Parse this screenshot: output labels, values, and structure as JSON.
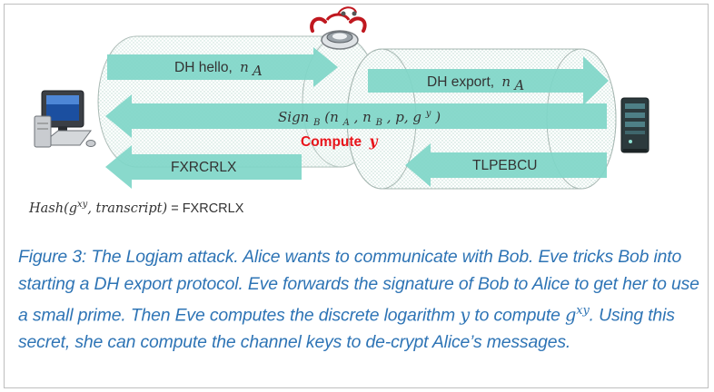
{
  "diagram": {
    "arrows": {
      "dh_hello": "DH hello,",
      "dh_hello_var": "n",
      "dh_hello_sub": "A",
      "dh_export": "DH export,",
      "dh_export_var": "n",
      "dh_export_sub": "A",
      "sign": "Sign",
      "sign_sub": "B",
      "sign_args": "(n",
      "sign_a": "A",
      "sign_nb": ", n",
      "sign_b": "B",
      "sign_rest": ", p, g",
      "sign_y": "y",
      "sign_close": ")",
      "fxrcrlx": "FXRCRLX",
      "tlpebcu": "TLPEBCU"
    },
    "compute_label": "Compute",
    "compute_var": "y",
    "hash": {
      "fn": "Hash(g",
      "exp": "xy",
      "rest": ", transcript)",
      "eq": " = FXRCRLX"
    },
    "colors": {
      "arrow": "#7fd6c8",
      "compute": "#e8141b",
      "caption": "#2e74b5"
    },
    "icons": [
      "computer-icon",
      "stethoscope-icon",
      "server-icon"
    ]
  },
  "caption": {
    "text_1": "Figure 3: The Logjam attack. Alice wants to communicate with Bob. Eve tricks Bob into starting a DH export protocol. Eve forwards the signature of Bob to Alice to get her to use a small prime. Then Eve computes the discrete logarithm ",
    "var_y": "y",
    "text_2": " to compute ",
    "var_g": "g",
    "var_xy": "xy",
    "text_3": ". Using this secret, she can compute the channel keys to de-crypt Alice’s messages."
  }
}
